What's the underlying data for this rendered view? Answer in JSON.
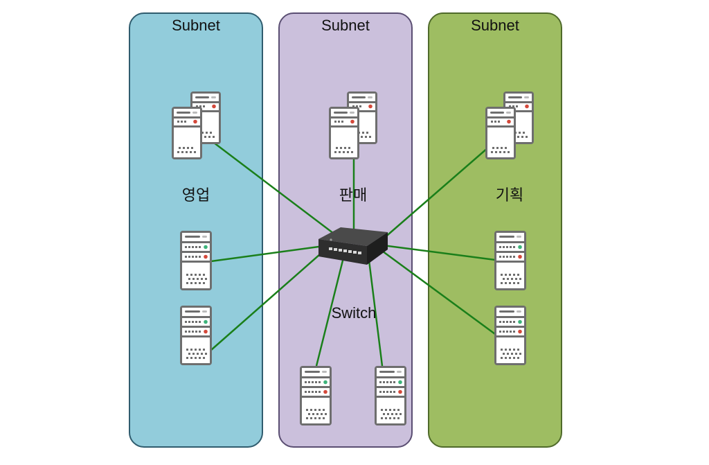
{
  "diagram": {
    "subnets": [
      {
        "title": "Subnet",
        "name": "영업",
        "fill": "#92ccdb",
        "stroke": "#2f5c6e"
      },
      {
        "title": "Subnet",
        "name": "판매",
        "fill": "#cbc0dc",
        "stroke": "#5a4e72"
      },
      {
        "title": "Subnet",
        "name": "기획",
        "fill": "#9ebd62",
        "stroke": "#4f6a2a"
      }
    ],
    "switch_label": "Switch",
    "link_color": "#1a7f1a",
    "server_colors": {
      "body": "#6e6e6e",
      "face": "#ffffff",
      "led_green": "#3db37a",
      "led_red": "#d4483a"
    }
  }
}
